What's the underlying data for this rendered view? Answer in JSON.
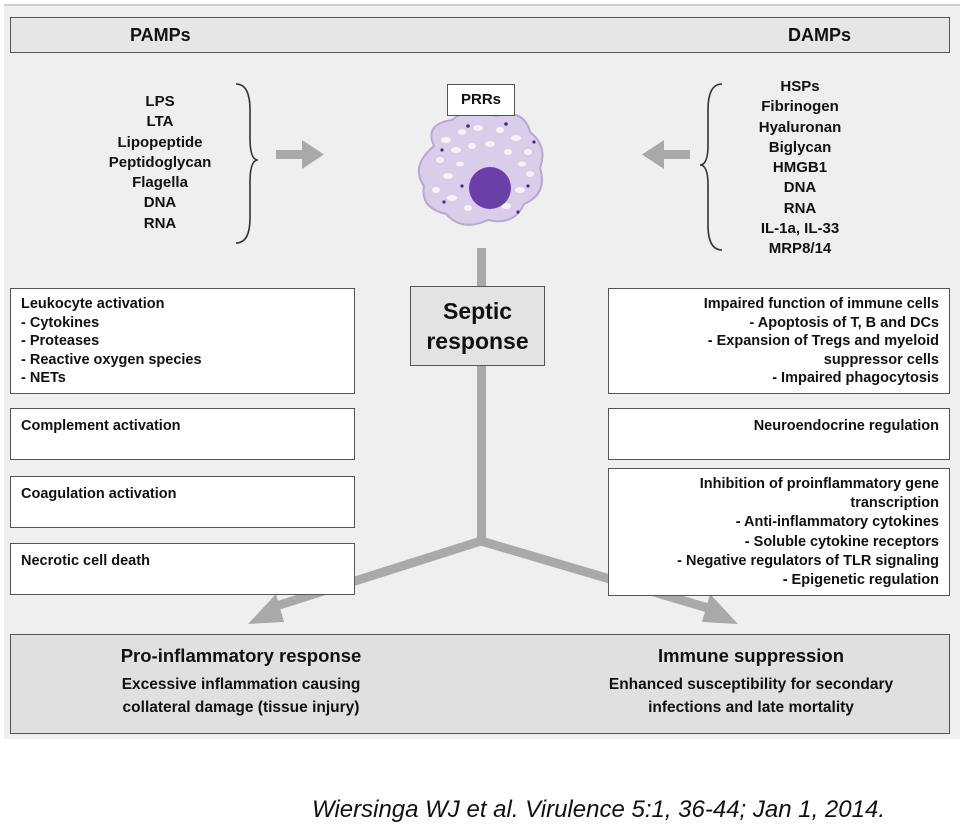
{
  "header": {
    "left": "PAMPs",
    "right": "DAMPs"
  },
  "pamps": [
    "LPS",
    "LTA",
    "Lipopeptide",
    "Peptidoglycan",
    "Flagella",
    "DNA",
    "RNA"
  ],
  "damps": [
    "HSPs",
    "Fibrinogen",
    "Hyaluronan",
    "Biglycan",
    "HMGB1",
    "DNA",
    "RNA",
    "IL-1a, IL-33",
    "MRP8/14"
  ],
  "center": {
    "prrs": "PRRs",
    "septic_line1": "Septic",
    "septic_line2": "response"
  },
  "left_boxes": [
    {
      "title": "Leukocyte activation",
      "items": [
        "- Cytokines",
        "- Proteases",
        "- Reactive oxygen species",
        "- NETs"
      ]
    },
    {
      "title": "Complement activation"
    },
    {
      "title": "Coagulation activation"
    },
    {
      "title": "Necrotic cell death"
    }
  ],
  "right_boxes": [
    {
      "title": "Impaired function of immune cells",
      "items": [
        "- Apoptosis of T, B and DCs",
        "- Expansion of Tregs and myeloid",
        "suppressor cells",
        "- Impaired phagocytosis"
      ]
    },
    {
      "title": "Neuroendocrine regulation"
    },
    {
      "title": "Inhibition of proinflammatory gene",
      "title2": "transcription",
      "items": [
        "- Anti-inflammatory cytokines",
        "- Soluble cytokine receptors",
        "- Negative regulators of TLR signaling",
        "- Epigenetic regulation"
      ]
    }
  ],
  "outcomes": {
    "left": {
      "title": "Pro-inflammatory response",
      "line1": "Excessive inflammation causing",
      "line2": "collateral damage (tissue injury)"
    },
    "right": {
      "title": "Immune suppression",
      "line1": "Enhanced susceptibility for secondary",
      "line2": "infections and late mortality"
    }
  },
  "citation": "Wiersinga WJ et al. Virulence 5:1, 36-44; Jan 1, 2014.",
  "colors": {
    "arrow_gray": "#a9a9a9",
    "cell_fill": "#d9cdea",
    "nucleus": "#6b3fa8",
    "panel": "#efefef"
  }
}
